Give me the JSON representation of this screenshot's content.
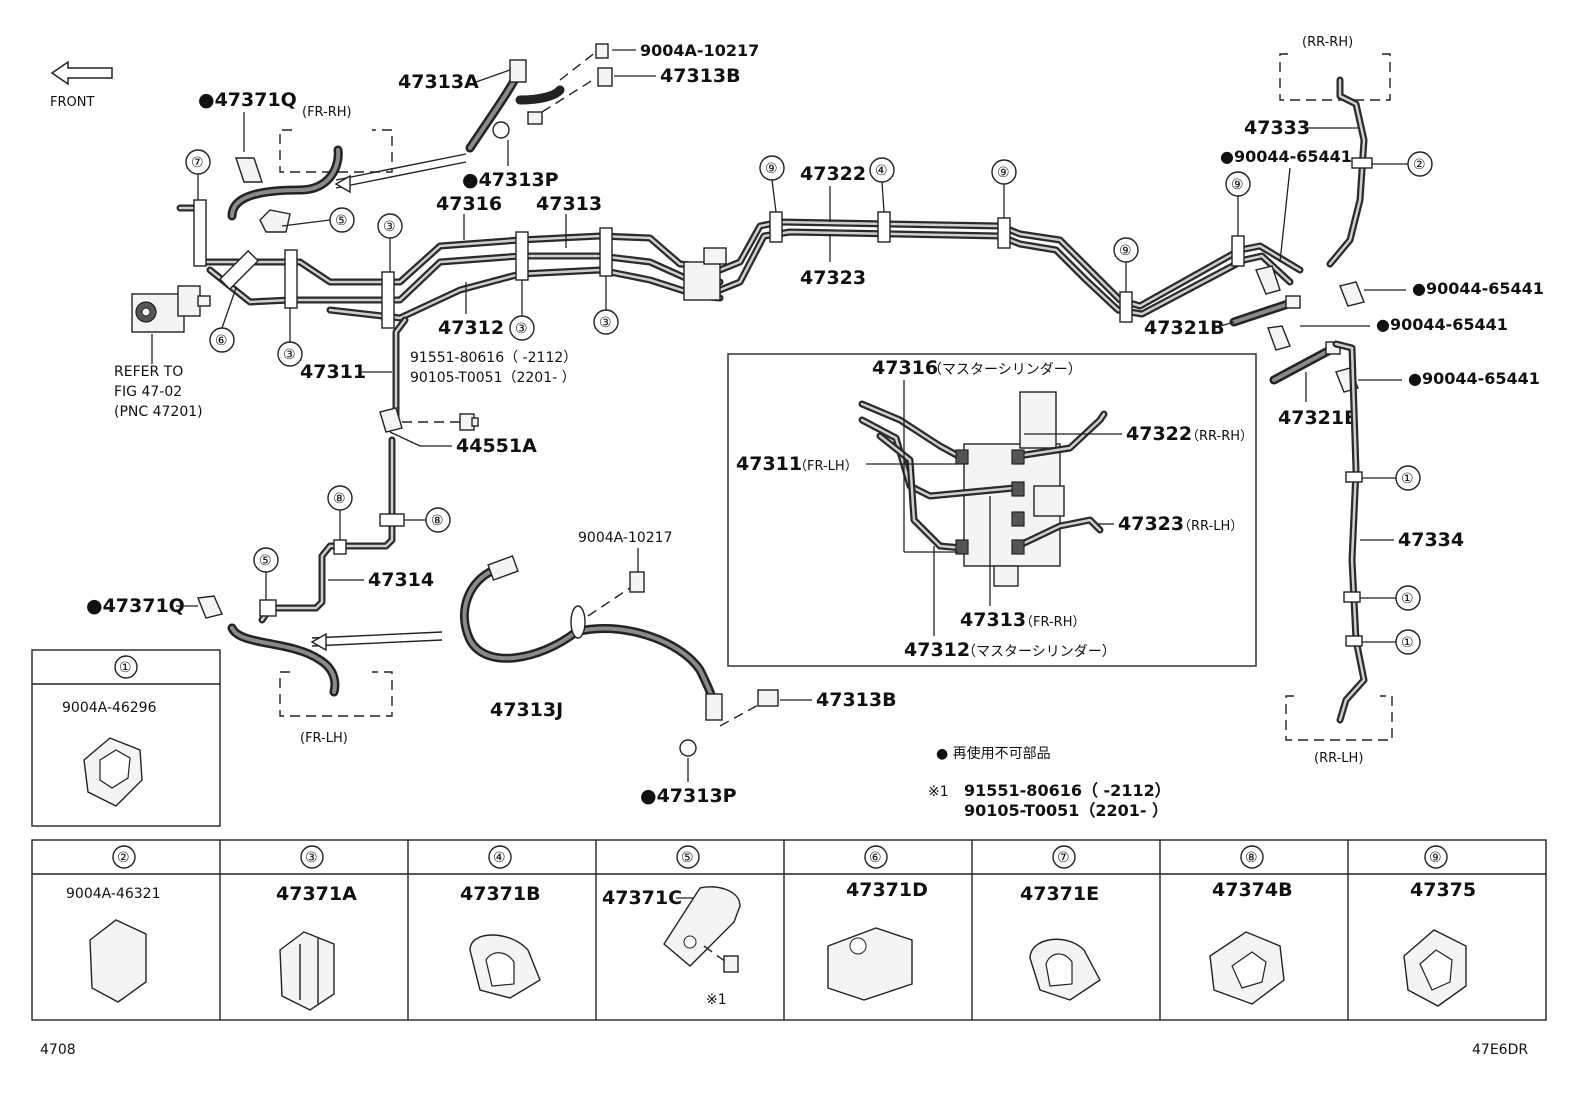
{
  "front": "FRONT",
  "refer": {
    "line1": "REFER TO",
    "line2": "FIG 47-02",
    "line3": "(PNC 47201)"
  },
  "regions": {
    "fr_rh": "(FR-RH)",
    "fr_lh": "(FR-LH)",
    "rr_rh": "(RR-RH)",
    "rr_lh": "(RR-LH)"
  },
  "parts": {
    "p47371Q_top": "●47371Q",
    "p47371Q_bottom": "●47371Q",
    "p47313A": "47313A",
    "p9004A_10217_top": "9004A-10217",
    "p47313B_top": "47313B",
    "p47313P_top": "●47313P",
    "p47316": "47316",
    "p47313": "47313",
    "p47312": "47312",
    "p47311": "47311",
    "p47322": "47322",
    "p47323": "47323",
    "p47333": "47333",
    "p90044_a": "●90044-65441",
    "p90044_b": "●90044-65441",
    "p90044_c": "●90044-65441",
    "p90044_d": "●90044-65441",
    "p47321B_a": "47321B",
    "p47321B_b": "47321B",
    "p47334": "47334",
    "p44551A": "44551A",
    "p47314": "47314",
    "p9004A_10217_mid": "9004A-10217",
    "p47313J": "47313J",
    "p47313B_bottom": "47313B",
    "p47313P_bottom": "●47313P",
    "bolt_line1": "91551-80616（     -2112）",
    "bolt_line2": "90105-T0051（2201-      ）"
  },
  "callouts": [
    "①",
    "②",
    "③",
    "④",
    "⑤",
    "⑥",
    "⑦",
    "⑧",
    "⑨"
  ],
  "inset": {
    "l47316": "47316",
    "l47316_note": "（マスターシリンダー）",
    "l47311": "47311",
    "l47311_note": "（FR-LH）",
    "l47322": "47322",
    "l47322_note": "（RR-RH）",
    "l47323": "47323",
    "l47323_note": "（RR-LH）",
    "l47313": "47313",
    "l47313_note": "（FR-RH）",
    "l47312": "47312",
    "l47312_note": "（マスターシリンダー）"
  },
  "legend": {
    "non_reuse": "●  再使用不可部品",
    "note_mark": "※1",
    "note_line1": "91551-80616（     -2112）",
    "note_line2": "90105-T0051（2201-      ）"
  },
  "detail_box1": {
    "callout": "①",
    "part": "9004A-46296"
  },
  "table": [
    {
      "callout": "②",
      "part": "9004A-46321"
    },
    {
      "callout": "③",
      "part": "47371A"
    },
    {
      "callout": "④",
      "part": "47371B"
    },
    {
      "callout": "⑤",
      "part": "47371C"
    },
    {
      "callout": "⑥",
      "part": "47371D"
    },
    {
      "callout": "⑦",
      "part": "47371E"
    },
    {
      "callout": "⑧",
      "part": "47374B"
    },
    {
      "callout": "⑨",
      "part": "47375"
    }
  ],
  "table_note": "※1",
  "footer": {
    "left": "4708",
    "right": "47E6DR"
  }
}
